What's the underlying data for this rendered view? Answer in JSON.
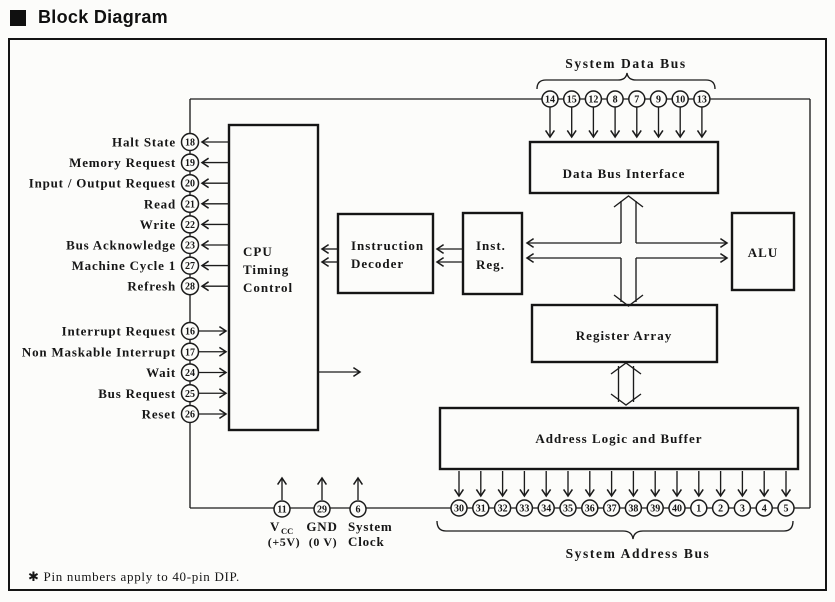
{
  "title": "Block Diagram",
  "note": "✱ Pin numbers apply to 40-pin DIP.",
  "buses": {
    "data": {
      "label": "System Data Bus",
      "pins": [
        "14",
        "15",
        "12",
        "8",
        "7",
        "9",
        "10",
        "13"
      ]
    },
    "address": {
      "label": "System Address Bus",
      "pins": [
        "30",
        "31",
        "32",
        "33",
        "34",
        "35",
        "36",
        "37",
        "38",
        "39",
        "40",
        "1",
        "2",
        "3",
        "4",
        "5"
      ]
    }
  },
  "signals_out": [
    {
      "label": "Halt State",
      "pin": "18"
    },
    {
      "label": "Memory Request",
      "pin": "19"
    },
    {
      "label": "Input / Output Request",
      "pin": "20"
    },
    {
      "label": "Read",
      "pin": "21"
    },
    {
      "label": "Write",
      "pin": "22"
    },
    {
      "label": "Bus Acknowledge",
      "pin": "23"
    },
    {
      "label": "Machine Cycle 1",
      "pin": "27"
    },
    {
      "label": "Refresh",
      "pin": "28"
    }
  ],
  "signals_in": [
    {
      "label": "Interrupt Request",
      "pin": "16"
    },
    {
      "label": "Non Maskable Interrupt",
      "pin": "17"
    },
    {
      "label": "Wait",
      "pin": "24"
    },
    {
      "label": "Bus Request",
      "pin": "25"
    },
    {
      "label": "Reset",
      "pin": "26"
    }
  ],
  "power_pins": [
    {
      "pin": "11",
      "name_main": "V",
      "name_sub": "CC",
      "detail": "(+5V)"
    },
    {
      "pin": "29",
      "name_main": "GND",
      "detail": "(0 V)"
    },
    {
      "pin": "6",
      "line1": "System",
      "line2": "Clock"
    }
  ],
  "boxes": {
    "cpu_timing": {
      "lines": [
        "CPU",
        "Timing",
        "Control"
      ]
    },
    "instruction_decoder": {
      "lines": [
        "Instruction",
        "Decoder"
      ]
    },
    "inst_reg": {
      "lines": [
        "Inst.",
        "Reg."
      ]
    },
    "data_bus_interface": {
      "label": "Data Bus Interface"
    },
    "alu": {
      "label": "ALU"
    },
    "register_array": {
      "label": "Register Array"
    },
    "address_logic": {
      "label": "Address Logic and Buffer"
    }
  },
  "colors": {
    "ink": "#1b1b1b",
    "paper": "#fcfcfa"
  }
}
